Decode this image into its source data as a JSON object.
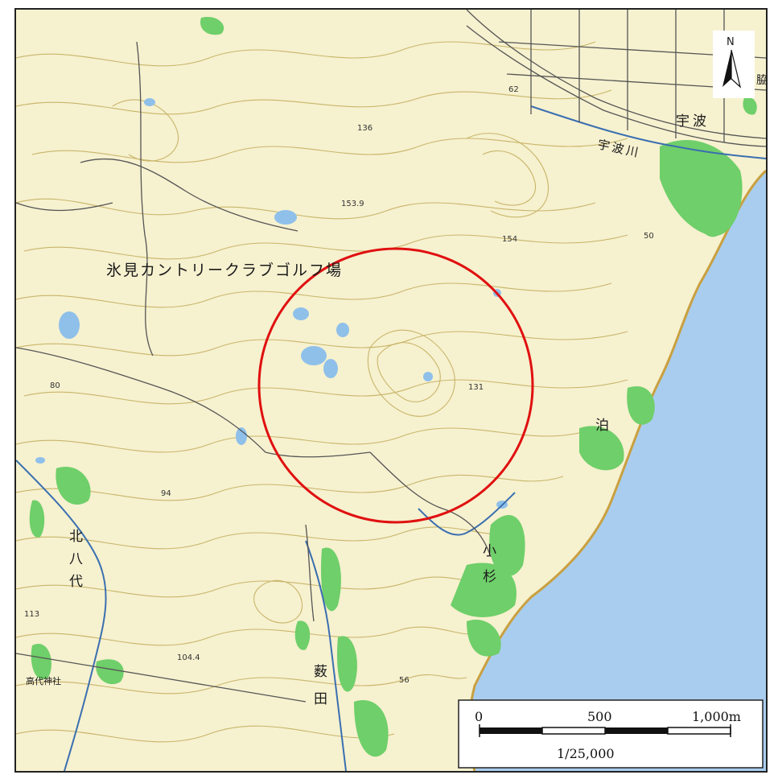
{
  "map": {
    "north_label": "N",
    "scale_ratio": "1/25,000",
    "scale_ticks": [
      "0",
      "500",
      "1,000m"
    ],
    "colors": {
      "land": "#f6f1cf",
      "contour": "#c9b56a",
      "forest": "#6fcf6a",
      "water": "#8fc0ea",
      "sea": "#a9cdee",
      "road": "#555555",
      "river": "#3a6fb0",
      "circle": "#e01010"
    },
    "labels": {
      "golf": "氷見カントリークラブゴルフ場",
      "uba": "宇波",
      "uba_river": "宇波川",
      "tomari": "泊",
      "kosugi_1": "小",
      "kosugi_2": "杉",
      "kita_1": "北",
      "kita_2": "八",
      "kita_3": "代",
      "yabuta_1": "薮",
      "yabuta_2": "田",
      "shrine": "高代神社",
      "edge": "脇"
    },
    "elevations": {
      "e62": "62",
      "e136": "136",
      "e153": "153.9",
      "e154": "154",
      "e50": "50",
      "e80": "80",
      "e131": "131",
      "e94": "94",
      "e113": "113",
      "e104": "104.4",
      "e56": "56"
    }
  }
}
